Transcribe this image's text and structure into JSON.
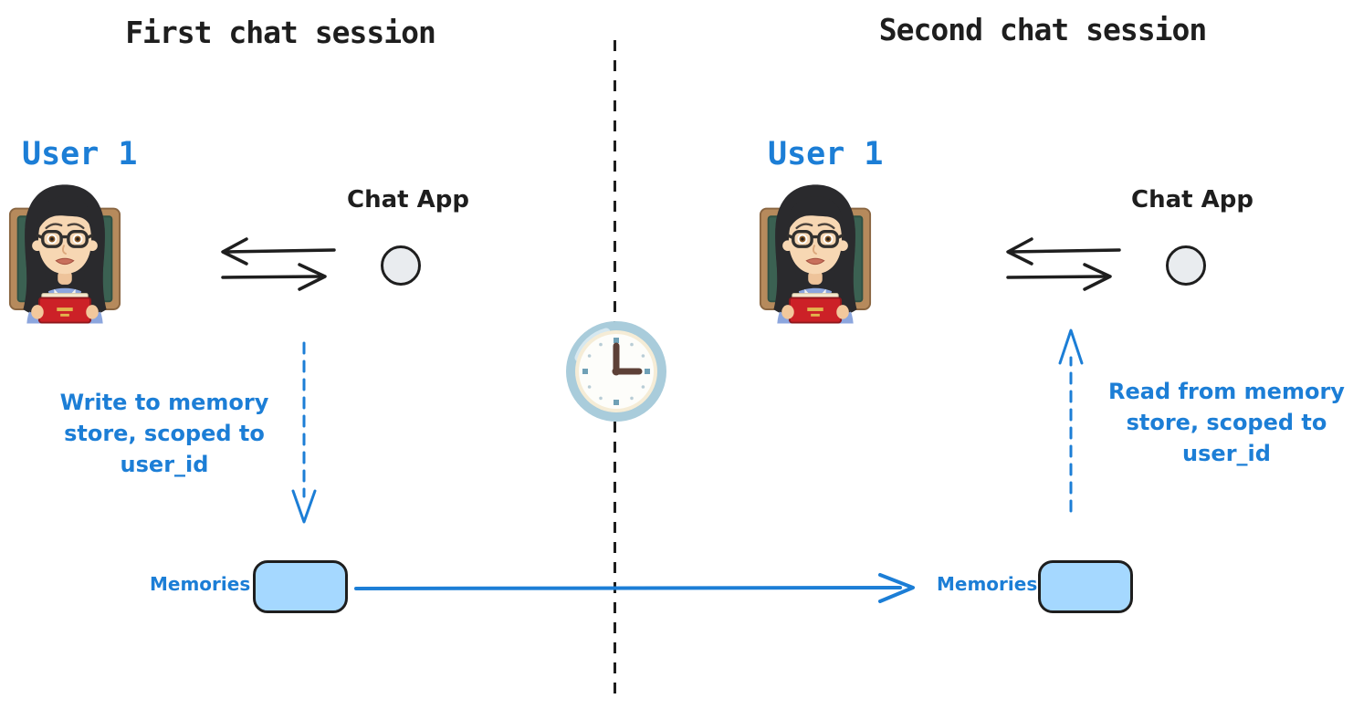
{
  "colors": {
    "accent_blue": "#1c7ed6",
    "ink": "#1e1e1e",
    "box_fill": "#a5d8ff",
    "circle_fill": "#e9ecef"
  },
  "sessions": {
    "first": {
      "title": "First chat session",
      "user_label": "User 1",
      "app_label": "Chat App",
      "note_line1": "Write to memory",
      "note_line2": "store, scoped to",
      "note_line3": "user_id",
      "memories_label": "Memories"
    },
    "second": {
      "title": "Second chat session",
      "user_label": "User 1",
      "app_label": "Chat App",
      "note_line1": "Read from memory",
      "note_line2": "store, scoped to",
      "note_line3": "user_id",
      "memories_label": "Memories"
    }
  },
  "icons": {
    "user_avatar": "woman-teacher-emoji",
    "chat_app_node": "gray-circle-node",
    "exchange_arrows": "left-right-exchange-arrows",
    "divider": "vertical-dashed-timeline",
    "clock": "clock-three-oclock-emoji",
    "memory_flow": "blue-arrow-memories-transfer"
  }
}
